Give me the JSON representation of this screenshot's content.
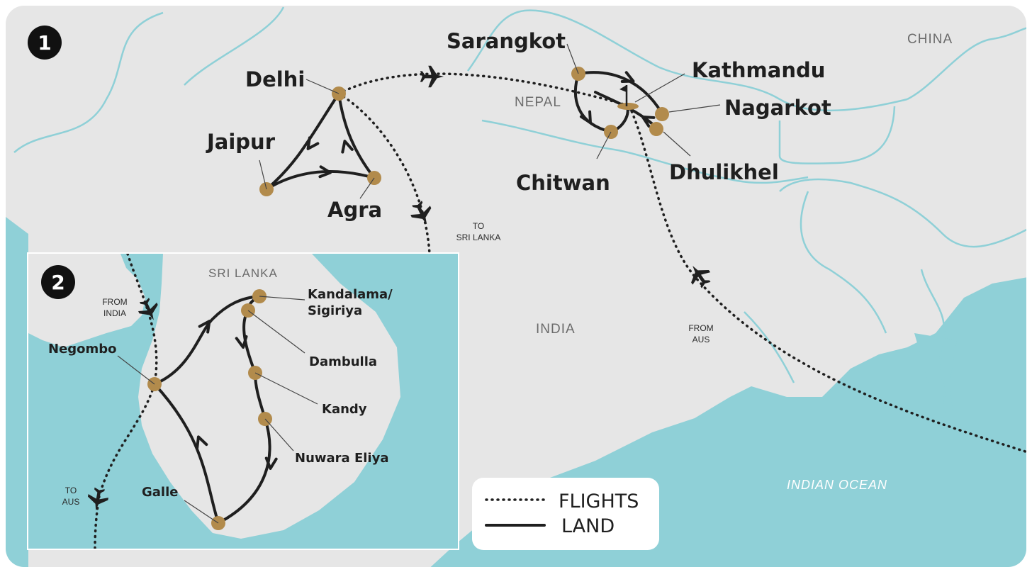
{
  "panel_markers": {
    "main": "1",
    "inset": "2"
  },
  "countries": {
    "china": "CHINA",
    "nepal": "NEPAL",
    "india": "INDIA",
    "sri_lanka": "SRI LANKA"
  },
  "ocean": "INDIAN OCEAN",
  "cities": {
    "delhi": "Delhi",
    "jaipur": "Jaipur",
    "agra": "Agra",
    "sarangkot": "Sarangkot",
    "kathmandu": "Kathmandu",
    "nagarkot": "Nagarkot",
    "chitwan": "Chitwan",
    "dhulikhel": "Dhulikhel",
    "negombo": "Negombo",
    "kandalama_1": "Kandalama/",
    "kandalama_2": "Sigiriya",
    "dambulla": "Dambulla",
    "kandy": "Kandy",
    "nuwara_eliya": "Nuwara Eliya",
    "galle": "Galle"
  },
  "flight_notes": {
    "to_sri_lanka_1": "TO",
    "to_sri_lanka_2": "SRI LANKA",
    "from_aus_1": "FROM",
    "from_aus_2": "AUS",
    "from_india_1": "FROM",
    "from_india_2": "INDIA",
    "to_aus_1": "TO",
    "to_aus_2": "AUS"
  },
  "legend": {
    "flights": "FLIGHTS",
    "land": "LAND"
  },
  "colors": {
    "land": "#e6e6e6",
    "water": "#8fd0d7",
    "route": "#1f1f1f",
    "stop": "#b28b4c",
    "marker": "#111111"
  },
  "icons": {
    "plane": "plane-icon",
    "flag": "flag-icon"
  }
}
